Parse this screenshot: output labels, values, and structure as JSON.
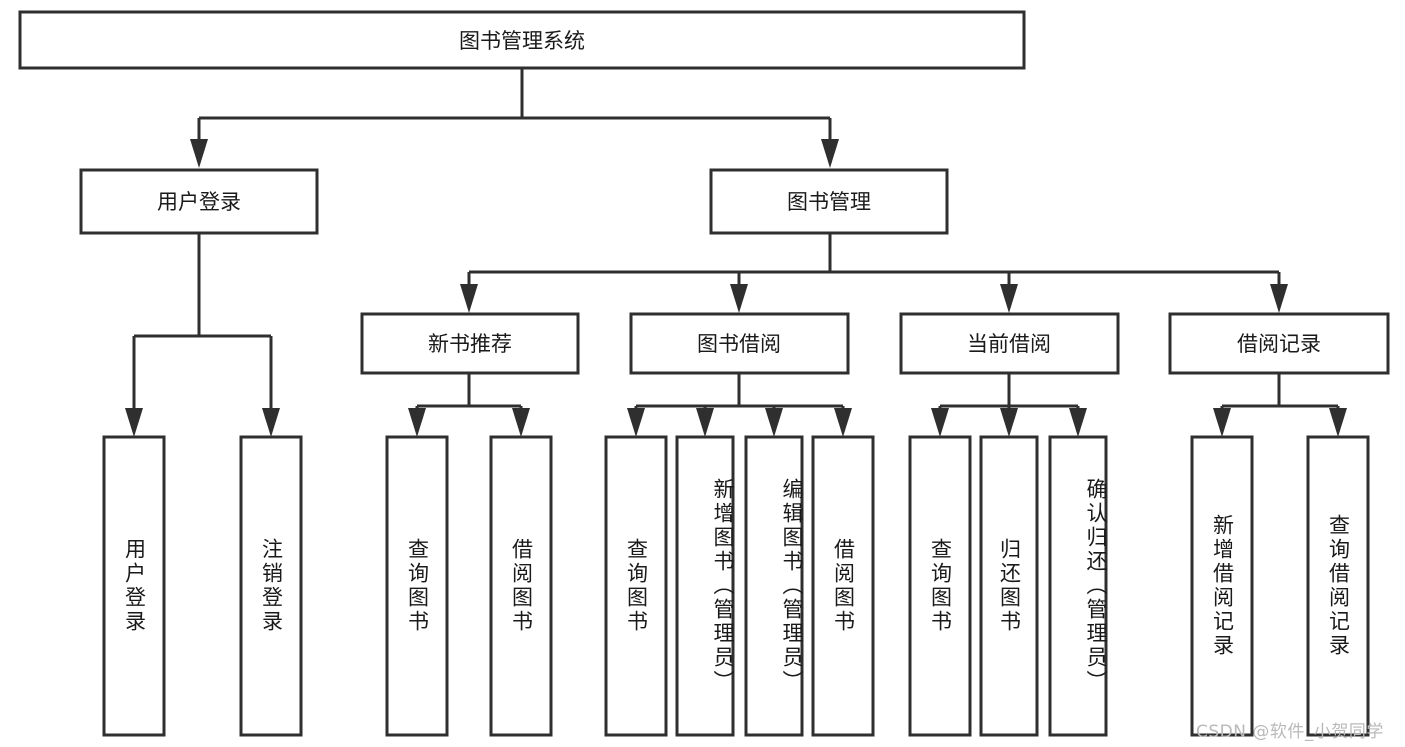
{
  "diagram": {
    "title": "图书管理系统",
    "type": "hierarchy-tree",
    "root": {
      "id": "root",
      "label": "图书管理系统",
      "orientation": "horizontal"
    },
    "level2": [
      {
        "id": "user-login",
        "label": "用户登录",
        "orientation": "horizontal"
      },
      {
        "id": "book-management",
        "label": "图书管理",
        "orientation": "horizontal"
      }
    ],
    "level3": [
      {
        "id": "new-book-recommend",
        "label": "新书推荐",
        "orientation": "horizontal",
        "parent": "book-management"
      },
      {
        "id": "book-borrow",
        "label": "图书借阅",
        "orientation": "horizontal",
        "parent": "book-management"
      },
      {
        "id": "current-borrow",
        "label": "当前借阅",
        "orientation": "horizontal",
        "parent": "book-management"
      },
      {
        "id": "borrow-record",
        "label": "借阅记录",
        "orientation": "horizontal",
        "parent": "book-management"
      }
    ],
    "leaves": [
      {
        "id": "leaf-user-login",
        "label": "用户登录",
        "orientation": "vertical",
        "parent": "user-login"
      },
      {
        "id": "leaf-logout-login",
        "label": "注销登录",
        "orientation": "vertical",
        "parent": "user-login"
      },
      {
        "id": "leaf-query-book-1",
        "label": "查询图书",
        "orientation": "vertical",
        "parent": "new-book-recommend"
      },
      {
        "id": "leaf-borrow-book-1",
        "label": "借阅图书",
        "orientation": "vertical",
        "parent": "new-book-recommend"
      },
      {
        "id": "leaf-query-book-2",
        "label": "查询图书",
        "orientation": "vertical",
        "parent": "book-borrow"
      },
      {
        "id": "leaf-add-book",
        "label": "新增图书（管理员）",
        "orientation": "vertical",
        "parent": "book-borrow"
      },
      {
        "id": "leaf-edit-book",
        "label": "编辑图书（管理员）",
        "orientation": "vertical",
        "parent": "book-borrow"
      },
      {
        "id": "leaf-borrow-book-2",
        "label": "借阅图书",
        "orientation": "vertical",
        "parent": "book-borrow"
      },
      {
        "id": "leaf-query-book-3",
        "label": "查询图书",
        "orientation": "vertical",
        "parent": "current-borrow"
      },
      {
        "id": "leaf-return-book",
        "label": "归还图书",
        "orientation": "vertical",
        "parent": "current-borrow"
      },
      {
        "id": "leaf-confirm-return",
        "label": "确认归还（管理员）",
        "orientation": "vertical",
        "parent": "current-borrow"
      },
      {
        "id": "leaf-add-record",
        "label": "新增借阅记录",
        "orientation": "vertical",
        "parent": "borrow-record"
      },
      {
        "id": "leaf-query-record",
        "label": "查询借阅记录",
        "orientation": "vertical",
        "parent": "borrow-record"
      }
    ],
    "colors": {
      "stroke": "#2f2f2f",
      "fill": "#ffffff",
      "text": "#1a1a1a",
      "background": "#ffffff",
      "watermark": "#b9b9b9"
    }
  },
  "watermark": {
    "text": "CSDN @软件_小贺同学"
  }
}
